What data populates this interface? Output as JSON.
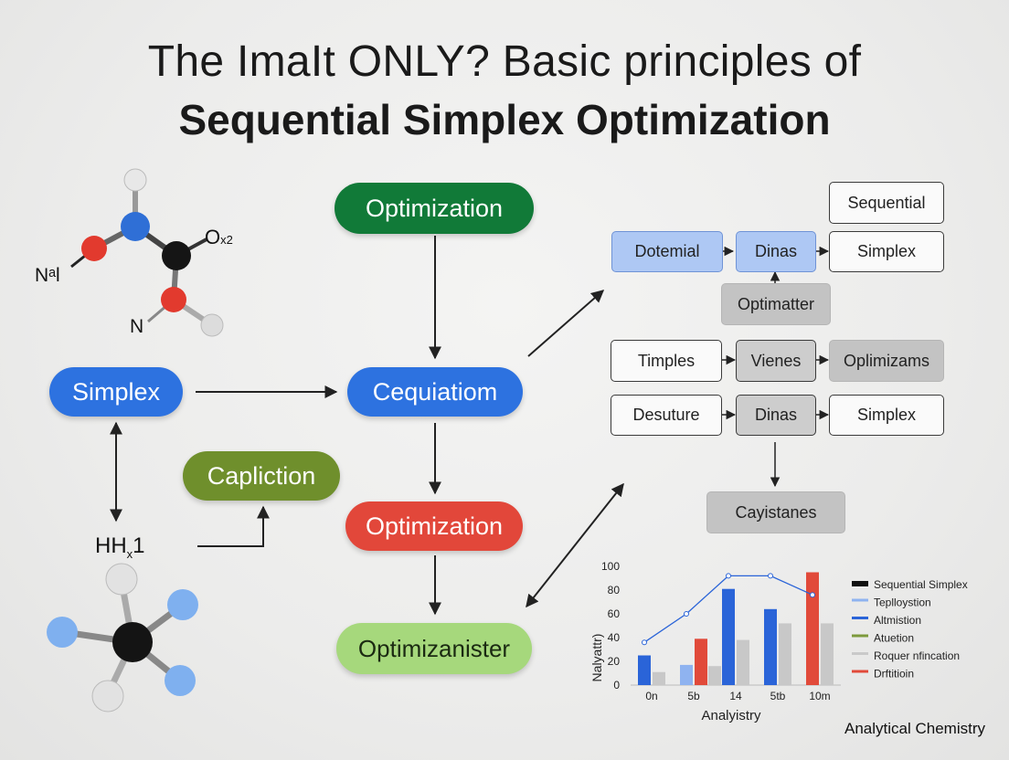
{
  "title": {
    "line1": "The ImaIt ONLY? Basic principles of",
    "line2": "Sequential Simplex Optimization"
  },
  "molecule_top": {
    "labels": [
      "O",
      "x2",
      "Nᵃl",
      "N"
    ]
  },
  "molecule_bottom": {
    "label": "HH",
    "sub": "x",
    "tail": "1"
  },
  "flow": {
    "optimization_top": "Optimization",
    "simplex": "Simplex",
    "cequiatiom": "Cequiatiom",
    "capliction": "Capliction",
    "optimization_red": "Optimization",
    "optimizanister": "Optimizanister"
  },
  "grid": {
    "sequential": "Sequential",
    "row1": [
      "Dotemial",
      "Dinas",
      "Simplex"
    ],
    "optimatter": "Optimatter",
    "row2": [
      "Timples",
      "Vienes",
      "Oplimizams"
    ],
    "row3": [
      "Desuture",
      "Dinas",
      "Simplex"
    ],
    "cayistanes": "Cayistanes"
  },
  "chart_data": {
    "type": "bar",
    "categories": [
      "0n",
      "5b",
      "14",
      "5tb",
      "10m"
    ],
    "xlabel": "Analyistry",
    "ylabel": "Nalyattr)",
    "ylim": [
      0,
      100
    ],
    "yticks": [
      0,
      20,
      40,
      60,
      80,
      100
    ],
    "series": [
      {
        "name": "Sequential Simplex",
        "values": [
          25,
          17,
          81,
          64,
          95
        ],
        "color": "#2a64d8",
        "role": "bar"
      },
      {
        "name": "Teplloystion",
        "values": [
          11,
          16,
          38,
          52,
          52
        ],
        "color": "#c8c8c8",
        "role": "bar"
      },
      {
        "name": "Altmistion",
        "values": [
          null,
          39,
          null,
          null,
          null
        ],
        "color": "#e14a3a",
        "role": "bar"
      },
      {
        "name": "Altmistion line",
        "values": [
          36,
          60,
          92,
          92,
          76
        ],
        "color": "#2a64d8",
        "role": "line"
      }
    ],
    "legend": [
      {
        "label": "Sequential Simplex",
        "color": "#111111"
      },
      {
        "label": "Teplloystion",
        "color": "#8fb3f0"
      },
      {
        "label": "Altmistion",
        "color": "#2a64d8"
      },
      {
        "label": "Atuetion",
        "color": "#7d9a3c"
      },
      {
        "label": "Roquer nfincation",
        "color": "#c9c9c9"
      },
      {
        "label": "Drftitioin",
        "color": "#e14a3a"
      }
    ]
  },
  "footer": "Analytical Chemistry",
  "colors": {
    "green_dark": "#117a38",
    "blue": "#2d72e0",
    "olive": "#6f8f2c",
    "red": "#e2473a",
    "green_light": "#a6d87c"
  }
}
